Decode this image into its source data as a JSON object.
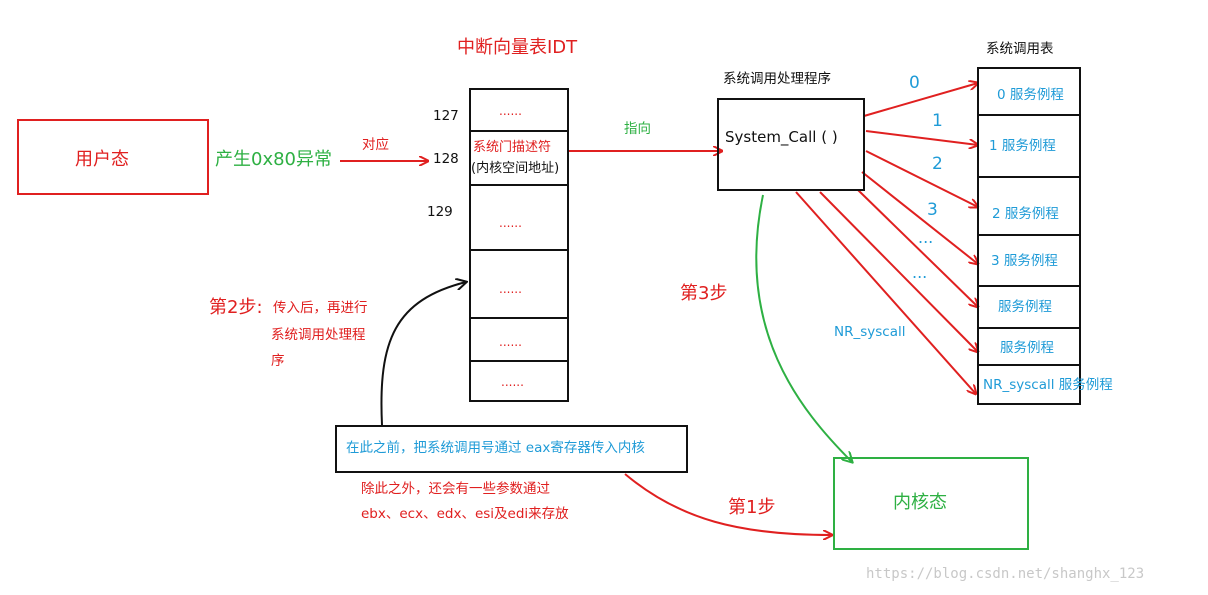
{
  "user_mode": {
    "label": "用户态"
  },
  "exception": {
    "label": "产生0x80异常",
    "correspond": "对应"
  },
  "idt": {
    "title": "中断向量表IDT",
    "index_127": "127",
    "index_128": "128",
    "index_129": "129",
    "dots": "......",
    "gate_line1": "系统门描述符",
    "gate_line2": "(内核空间地址)"
  },
  "points_to": "指向",
  "handler": {
    "title": "系统调用处理程序",
    "func": "System_Call ( )"
  },
  "syscall_table": {
    "title": "系统调用表",
    "entries": [
      "0 服务例程",
      "1 服务例程",
      "2 服务例程",
      "3 服务例程",
      "服务例程",
      "服务例程",
      "NR_syscall 服务例程"
    ]
  },
  "arrow_labels": {
    "n0": "0",
    "n1": "1",
    "n2": "2",
    "n3": "3",
    "ellipsis": "...",
    "nr": "NR_syscall"
  },
  "steps": {
    "step1": "第1步",
    "step2": "第2步:",
    "step2_desc_line1": "传入后，再进行",
    "step2_desc_line2": "系统调用处理程",
    "step2_desc_line3": "序",
    "step3": "第3步"
  },
  "note_box": "在此之前，把系统调用号通过 eax寄存器传入内核",
  "note_extra_line1": "除此之外，还会有一些参数通过",
  "note_extra_line2": "ebx、ecx、edx、esi及edi来存放",
  "kernel_mode": {
    "label": "内核态"
  },
  "watermark": "https://blog.csdn.net/shanghx_123",
  "colors": {
    "red": "#e02020",
    "green": "#2eb043",
    "blue": "#1f9bd7",
    "black": "#111111"
  }
}
